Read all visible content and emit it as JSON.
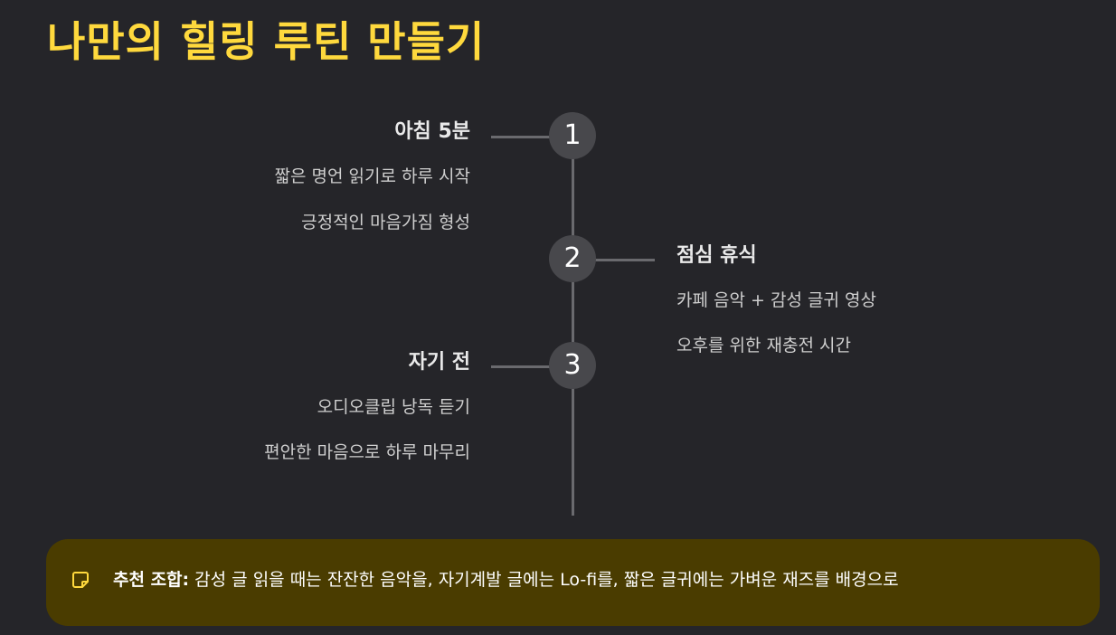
{
  "title": "나만의 힐링 루틴 만들기",
  "steps": [
    {
      "number": "1",
      "title": "아침 5분",
      "lines": [
        "짧은 명언 읽기로 하루 시작",
        "긍정적인 마음가짐 형성"
      ]
    },
    {
      "number": "2",
      "title": "점심 휴식",
      "lines": [
        "카페 음악 + 감성 글귀 영상",
        "오후를 위한 재충전 시간"
      ]
    },
    {
      "number": "3",
      "title": "자기 전",
      "lines": [
        "오디오클립 낭독 듣기",
        "편안한 마음으로 하루 마무리"
      ]
    }
  ],
  "note": {
    "icon": "sticky-note-icon",
    "label": "추천 조합:",
    "text": " 감성 글 읽을 때는 잔잔한 음악을, 자기계발 글에는 Lo-fi를, 짧은 글귀에는 가벼운 재즈를 배경으로"
  },
  "colors": {
    "background": "#252529",
    "accent": "#FFD93D",
    "note_background": "#4a3c00",
    "circle": "#48484c",
    "line": "#6a6a6e"
  }
}
